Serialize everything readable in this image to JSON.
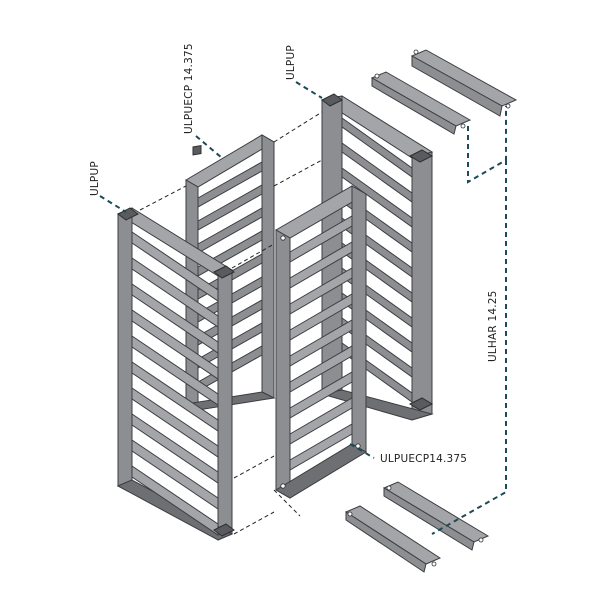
{
  "labels": {
    "ulpup_left": "ULPUP",
    "ulpuecp_top": "ULPUECP 14.375",
    "ulpup_top": "ULPUP",
    "ulhar": "ULHAR 14.25",
    "ulpuecp_bottom": "ULPUECP14.375"
  },
  "colors": {
    "metal": "#8c8e92",
    "outline": "#3c3d40",
    "leader": "#1d4a59"
  }
}
